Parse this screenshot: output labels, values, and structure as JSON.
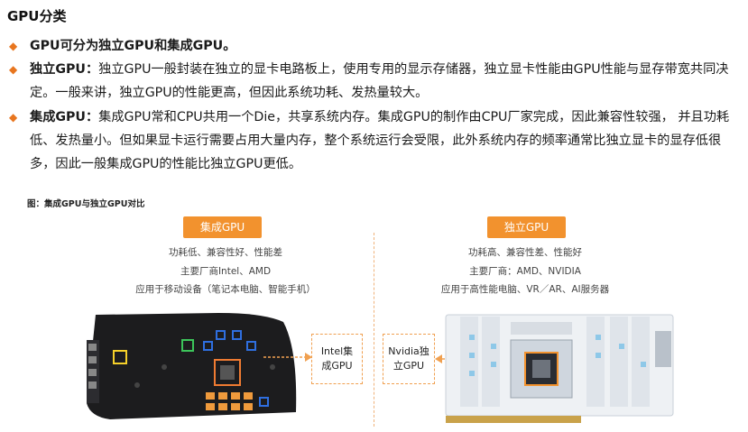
{
  "page_title": "GPU分类",
  "bullets": [
    {
      "bold": "GPU可分为独立GPU和集成GPU。",
      "text": ""
    },
    {
      "bold": "独立GPU：",
      "text": "独立GPU一般封装在独立的显卡电路板上，使用专用的显示存储器，独立显卡性能由GPU性能与显存带宽共同决定。一般来讲，独立GPU的性能更高，但因此系统功耗、发热量较大。"
    },
    {
      "bold": "集成GPU：",
      "text": "集成GPU常和CPU共用一个Die，共享系统内存。集成GPU的制作由CPU厂家完成，因此兼容性较强，  并且功耗低、发热量小。但如果显卡运行需要占用大量内存，整个系统运行会受限，此外系统内存的频率通常比独立显卡的显存低很多，因此一般集成GPU的性能比独立GPU更低。"
    }
  ],
  "figure_caption": "图：集成GPU与独立GPU对比",
  "integrated": {
    "tag": "集成GPU",
    "lines": [
      "功耗低、兼容性好、性能差",
      "主要厂商Intel、AMD",
      "应用于移动设备（笔记本电脑、智能手机）"
    ],
    "callout_line1": "Intel集",
    "callout_line2": "成GPU"
  },
  "discrete": {
    "tag": "独立GPU",
    "lines": [
      "功耗高、兼容性差、性能好",
      "主要厂商：AMD、NVIDIA",
      "应用于高性能电脑、VR／AR、AI服务器"
    ],
    "callout_line1": "Nvidia独",
    "callout_line2": "立GPU"
  },
  "colors": {
    "accent": "#f2922e",
    "bullet": "#e8761f",
    "board_dark": "#1c1c1e",
    "board_light": "#eef1f4"
  }
}
